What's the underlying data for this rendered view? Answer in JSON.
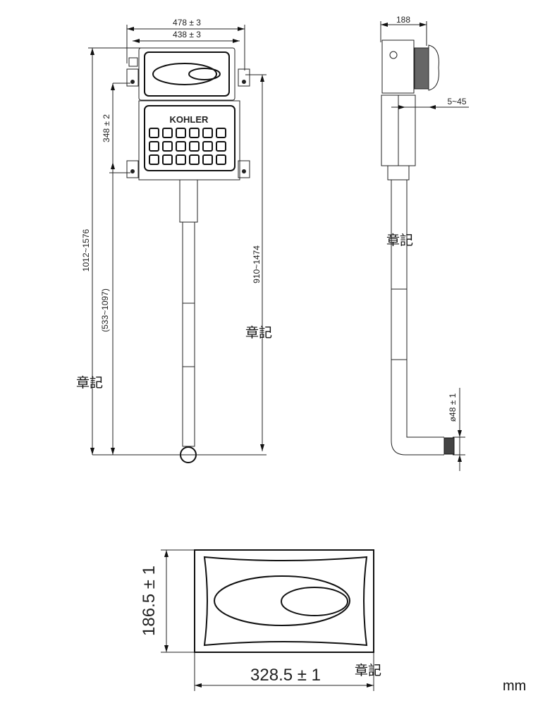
{
  "front_view": {
    "dim_overall_width": "478 ± 3",
    "dim_mount_width": "438 ± 3",
    "dim_bracket_spacing": "348 ± 2",
    "dim_total_height": "1012~1576",
    "dim_outlet_height": "(533~1097)",
    "dim_bracket_height": "910~1474",
    "brand": "KOHLER"
  },
  "side_view": {
    "dim_depth": "188",
    "dim_adjust": "5~45",
    "dim_pipe_diameter": "ø48 ± 1"
  },
  "flush_plate": {
    "dim_height": "186.5 ± 1",
    "dim_width": "328.5 ± 1"
  },
  "stamps": [
    "章記",
    "章記",
    "章記",
    "章記"
  ],
  "unit": "mm"
}
